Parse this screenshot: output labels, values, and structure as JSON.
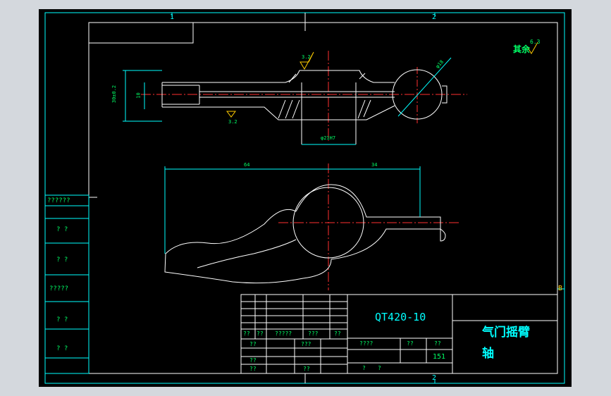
{
  "colors": {
    "background": "#000000",
    "frame_bg": "#d4d8dd",
    "border": "#00ffff",
    "outline": "#ffffff",
    "centerline": "#ff3030",
    "text": "#00ff66",
    "title_text": "#00ffff"
  },
  "zone_marks": {
    "top_1": "1",
    "top_2": "2",
    "bottom_2": "2",
    "right_b": "B"
  },
  "roughness": {
    "general_label": "其余",
    "general_value": "6.3",
    "surface_1": "3.2",
    "surface_2": "3.2"
  },
  "dimensions": {
    "diameter_top": "φ18",
    "height_left": "30±0.2",
    "height_inner": "10",
    "bore": "φ21H7",
    "length_left": "64",
    "length_right": "34"
  },
  "left_table": [
    "??????",
    "? ?",
    "? ?",
    "?????",
    "? ?",
    "? ?"
  ],
  "title_block": {
    "material": "QT420-10",
    "part_name_line1": "气门摇臂",
    "part_name_line2": "轴",
    "cells": {
      "r1": [
        "??",
        "??",
        "?????",
        "???",
        "??"
      ],
      "r2": [
        "??",
        "???"
      ],
      "r3": [
        "????",
        "??",
        "??"
      ],
      "r4": [
        "??",
        "151"
      ],
      "r5": [
        "??",
        "??",
        "?",
        "?"
      ]
    }
  }
}
